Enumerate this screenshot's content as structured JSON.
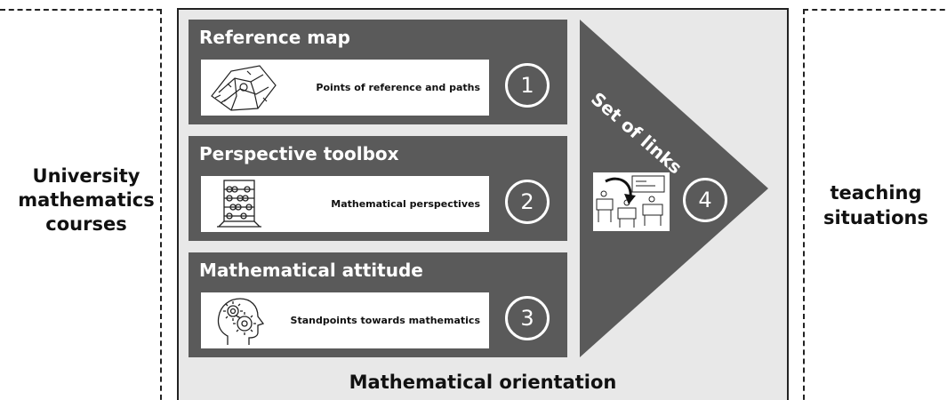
{
  "left_side": {
    "label": "University\nmathematics\ncourses"
  },
  "right_side": {
    "label": "teaching\nsituations"
  },
  "frame": {
    "caption": "Mathematical orientation"
  },
  "modules": [
    {
      "title": "Reference map",
      "card_text": "Points of reference and paths",
      "number": "1",
      "icon": "map-icon"
    },
    {
      "title": "Perspective toolbox",
      "card_text": "Mathematical perspectives",
      "number": "2",
      "icon": "abacus-icon"
    },
    {
      "title": "Mathematical attitude",
      "card_text": "Standpoints towards mathematics",
      "number": "3",
      "icon": "head-gears-icon"
    }
  ],
  "arrow": {
    "label": "Set of links",
    "number": "4",
    "icon": "classroom-icon"
  },
  "colors": {
    "module_fill": "#5a5a5a",
    "frame_fill": "#e8e8e8",
    "text_light": "#ffffff",
    "text_dark": "#111111"
  }
}
